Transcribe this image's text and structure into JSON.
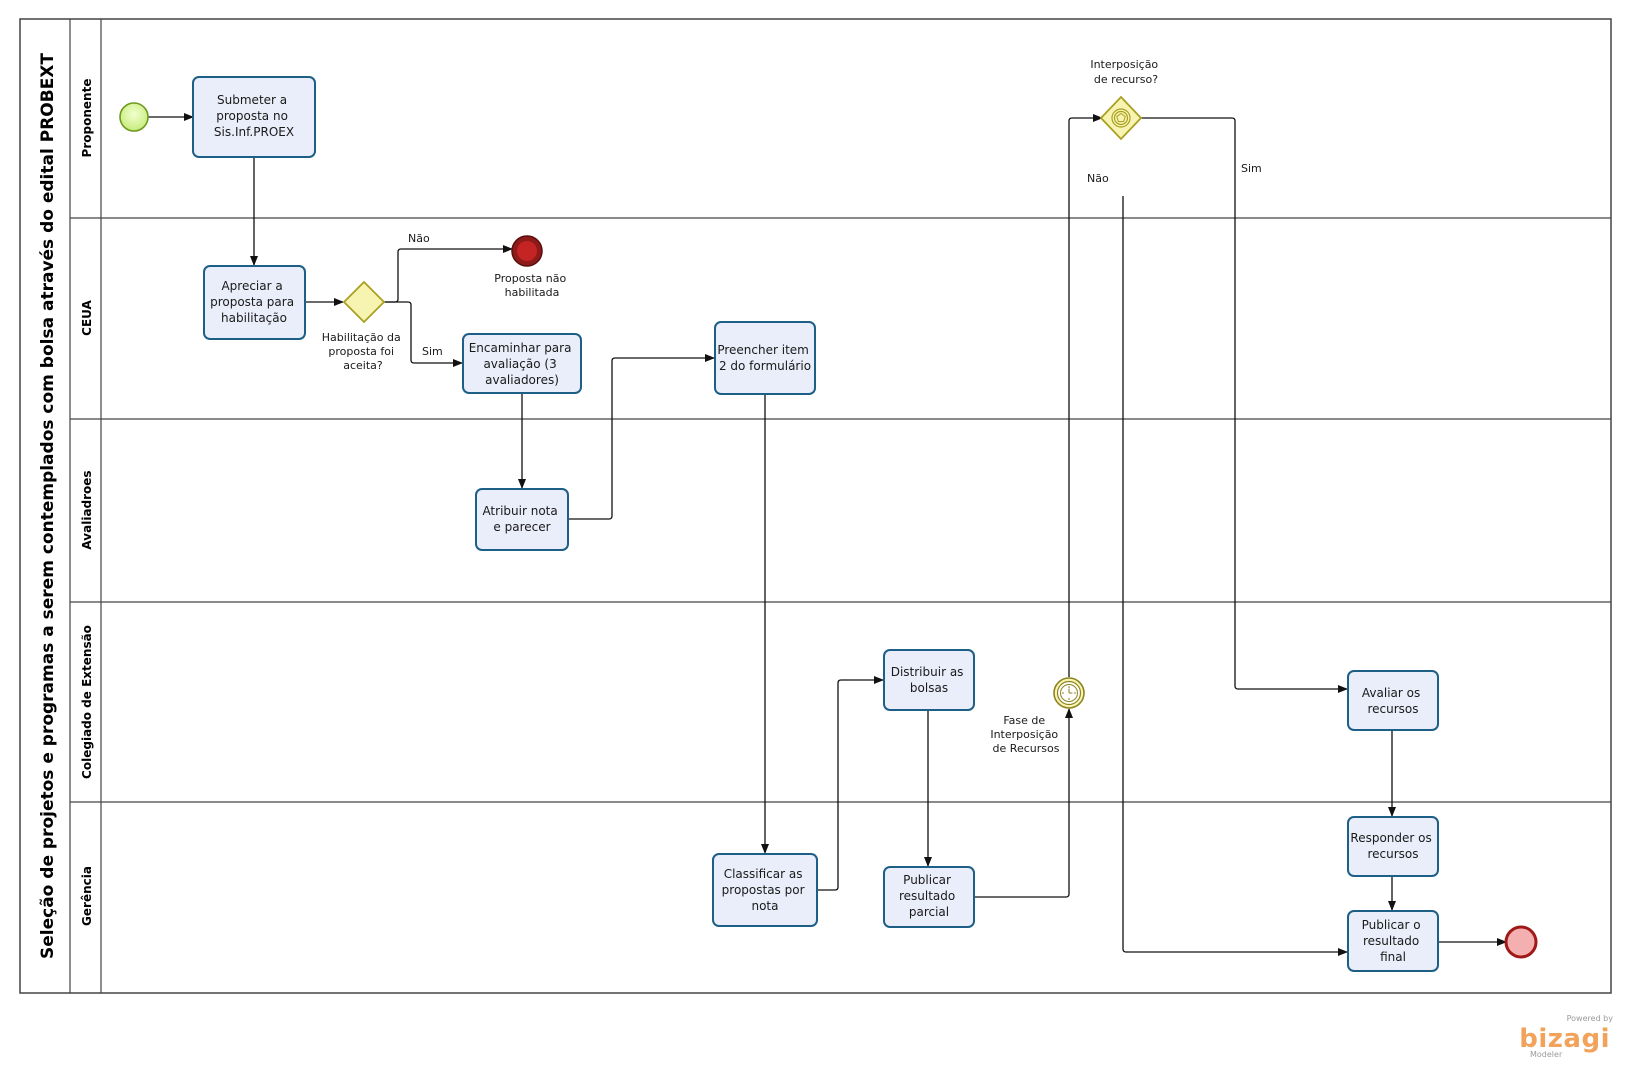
{
  "pool": {
    "title": "Seleção de projetos e programas a serem contemplados com bolsa através do edital PROBEXT"
  },
  "lanes": [
    {
      "id": "proponente",
      "label": "Proponente"
    },
    {
      "id": "ceua",
      "label": "CEUA"
    },
    {
      "id": "avaliadores",
      "label": "Avaliadroes"
    },
    {
      "id": "colegiado",
      "label": "Colegiado de Extensão"
    },
    {
      "id": "gerencia",
      "label": "Gerência"
    }
  ],
  "tasks": {
    "submeter": [
      "Submeter a",
      "proposta no",
      "Sis.Inf.PROEX"
    ],
    "apreciar": [
      "Apreciar a",
      "proposta para",
      "habilitação"
    ],
    "encaminhar": [
      "Encaminhar para",
      "avaliação (3",
      "avaliadores)"
    ],
    "preencher": [
      "Preencher item",
      "2 do formulário"
    ],
    "atribuir": [
      "Atribuir nota",
      "e parecer"
    ],
    "distribuir": [
      "Distribuir as",
      "bolsas"
    ],
    "classificar": [
      "Classificar as",
      "propostas por",
      "nota"
    ],
    "publicar_parcial": [
      "Publicar",
      "resultado",
      "parcial"
    ],
    "avaliar_recursos": [
      "Avaliar os",
      "recursos"
    ],
    "responder_recursos": [
      "Responder os",
      "recursos"
    ],
    "publicar_final": [
      "Publicar o",
      "resultado",
      "final"
    ]
  },
  "gateways": {
    "habilitacao": [
      "Habilitação da",
      "proposta foi",
      "aceita?"
    ],
    "interposicao": [
      "Interposição",
      "de recurso?"
    ]
  },
  "events": {
    "proposta_nao_habilitada": [
      "Proposta não",
      "habilitada"
    ],
    "fase_interposicao": [
      "Fase de",
      "Interposição",
      "de Recursos"
    ]
  },
  "flow_labels": {
    "nao_habilitacao": "Não",
    "sim_habilitacao": "Sim",
    "nao_interposicao": "Não",
    "sim_interposicao": "Sim"
  },
  "branding": {
    "powered_by": "Powered by",
    "logo": "bizagi",
    "product": "Modeler"
  },
  "colors": {
    "task_fill": "#eaeefa",
    "task_stroke": "#1d5f86",
    "start_fill": "#d9f2a6",
    "start_stroke": "#6d9a1e",
    "end_fill": "#f4b0b0",
    "end_stroke": "#a01818",
    "gateway_fill": "#f7f3b1",
    "gateway_stroke": "#a9a020"
  }
}
